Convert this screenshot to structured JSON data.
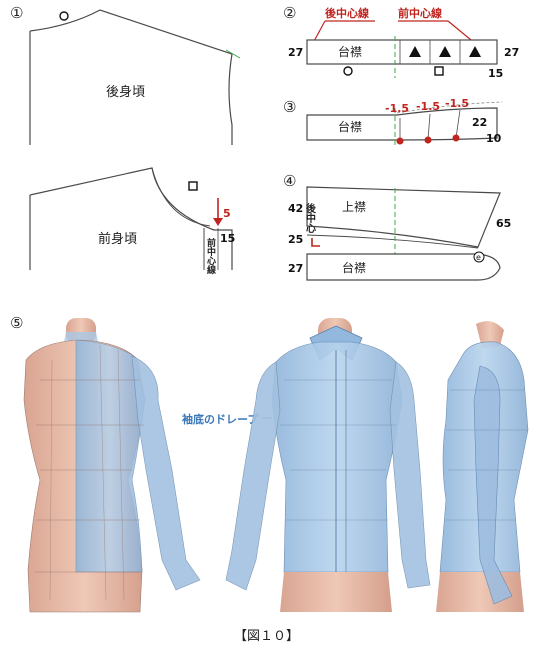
{
  "step_numbers": [
    "①",
    "②",
    "③",
    "④",
    "⑤"
  ],
  "step1": {
    "back_label": "後身頃",
    "front_label": "前身頃",
    "front_center_label": "前中心線",
    "drop_value": "5",
    "front_value": "15"
  },
  "step2": {
    "back_center_label": "後中心線",
    "front_center_label": "前中心線",
    "stand_label": "台襟",
    "left_value": "27",
    "right_value": "27",
    "bottom_value": "15"
  },
  "step3": {
    "stand_label": "台襟",
    "shift_1": "-1.5",
    "shift_2": "-1.5",
    "shift_3": "-1.5",
    "value_22": "22",
    "value_10": "10"
  },
  "step4": {
    "back_center_label": "後中心",
    "upper_collar_label": "上襟",
    "stand_label": "台襟",
    "value_42": "42",
    "value_65": "65",
    "value_25": "25",
    "value_27": "27",
    "point_e": "e"
  },
  "step5": {
    "sleeve_drape_label": "袖底のドレープ"
  },
  "caption": "【図１０】",
  "colors": {
    "line": "#4a4a4a",
    "red": "#c0241f",
    "green": "#3aa845",
    "skin": "#e4b7a3",
    "shirt": "#a9c8e6"
  }
}
